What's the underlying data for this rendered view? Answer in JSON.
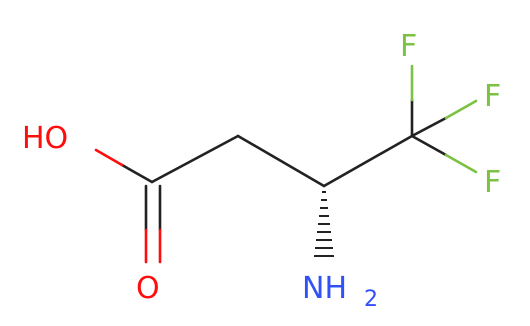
{
  "molecule": {
    "atoms": {
      "hydroxyl": {
        "text": "HO",
        "color": "#ff0d0d"
      },
      "carbonyl_oxygen": {
        "text": "O",
        "color": "#ff0d0d"
      },
      "amine": {
        "text": "NH",
        "subscript": "2",
        "color": "#3050f8"
      },
      "fluorine_top": {
        "text": "F",
        "color": "#7bc142"
      },
      "fluorine_right": {
        "text": "F",
        "color": "#7bc142"
      },
      "fluorine_lower": {
        "text": "F",
        "color": "#7bc142"
      }
    },
    "bond_color": "#222222"
  }
}
